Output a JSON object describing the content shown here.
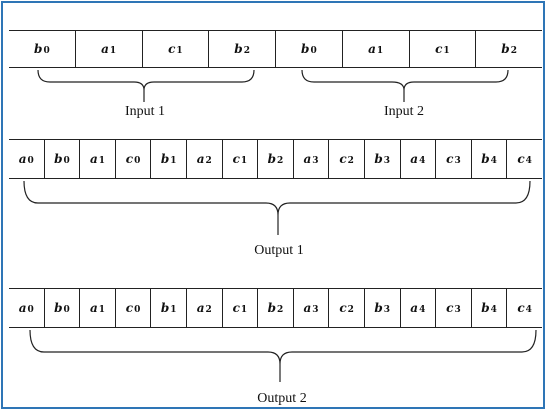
{
  "top_row": {
    "cells": [
      {
        "base": "b",
        "sub": "0"
      },
      {
        "base": "a",
        "sub": "1"
      },
      {
        "base": "c",
        "sub": "1"
      },
      {
        "base": "b",
        "sub": "2"
      },
      {
        "base": "b",
        "sub": "0"
      },
      {
        "base": "a",
        "sub": "1"
      },
      {
        "base": "c",
        "sub": "1"
      },
      {
        "base": "b",
        "sub": "2"
      }
    ],
    "labels": {
      "left": "Input 1",
      "right": "Input 2"
    }
  },
  "output1": {
    "cells": [
      {
        "base": "a",
        "sub": "0"
      },
      {
        "base": "b",
        "sub": "0"
      },
      {
        "base": "a",
        "sub": "1"
      },
      {
        "base": "c",
        "sub": "0"
      },
      {
        "base": "b",
        "sub": "1"
      },
      {
        "base": "a",
        "sub": "2"
      },
      {
        "base": "c",
        "sub": "1"
      },
      {
        "base": "b",
        "sub": "2"
      },
      {
        "base": "a",
        "sub": "3"
      },
      {
        "base": "c",
        "sub": "2"
      },
      {
        "base": "b",
        "sub": "3"
      },
      {
        "base": "a",
        "sub": "4"
      },
      {
        "base": "c",
        "sub": "3"
      },
      {
        "base": "b",
        "sub": "4"
      },
      {
        "base": "c",
        "sub": "4"
      }
    ],
    "label": "Output 1"
  },
  "output2": {
    "cells": [
      {
        "base": "a",
        "sub": "0"
      },
      {
        "base": "b",
        "sub": "0"
      },
      {
        "base": "a",
        "sub": "1"
      },
      {
        "base": "c",
        "sub": "0"
      },
      {
        "base": "b",
        "sub": "1"
      },
      {
        "base": "a",
        "sub": "2"
      },
      {
        "base": "c",
        "sub": "1"
      },
      {
        "base": "b",
        "sub": "2"
      },
      {
        "base": "a",
        "sub": "3"
      },
      {
        "base": "c",
        "sub": "2"
      },
      {
        "base": "b",
        "sub": "3"
      },
      {
        "base": "a",
        "sub": "4"
      },
      {
        "base": "c",
        "sub": "3"
      },
      {
        "base": "b",
        "sub": "4"
      },
      {
        "base": "c",
        "sub": "4"
      }
    ],
    "label": "Output 2"
  },
  "colors": {
    "frame_border": "#2e75b6",
    "lines": "#222222"
  }
}
